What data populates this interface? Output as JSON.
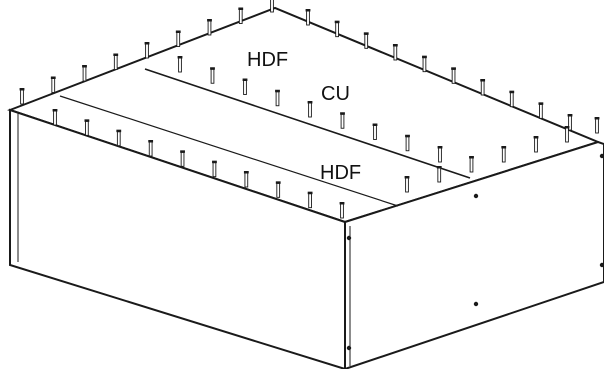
{
  "labels": {
    "top_back": "HDF",
    "middle": "CU",
    "top_front": "HDF"
  },
  "colors": {
    "line": "#1a1a1a",
    "panel_front": "#ffffff",
    "panel_right": "#ffffff",
    "background": "#ffffff"
  },
  "nail_counts": {
    "back_left_edge": 9,
    "back_right_edge": 10,
    "divider_row": 9,
    "front_edge": 10,
    "right_front_edge": 5,
    "far_right_edge": 2
  }
}
